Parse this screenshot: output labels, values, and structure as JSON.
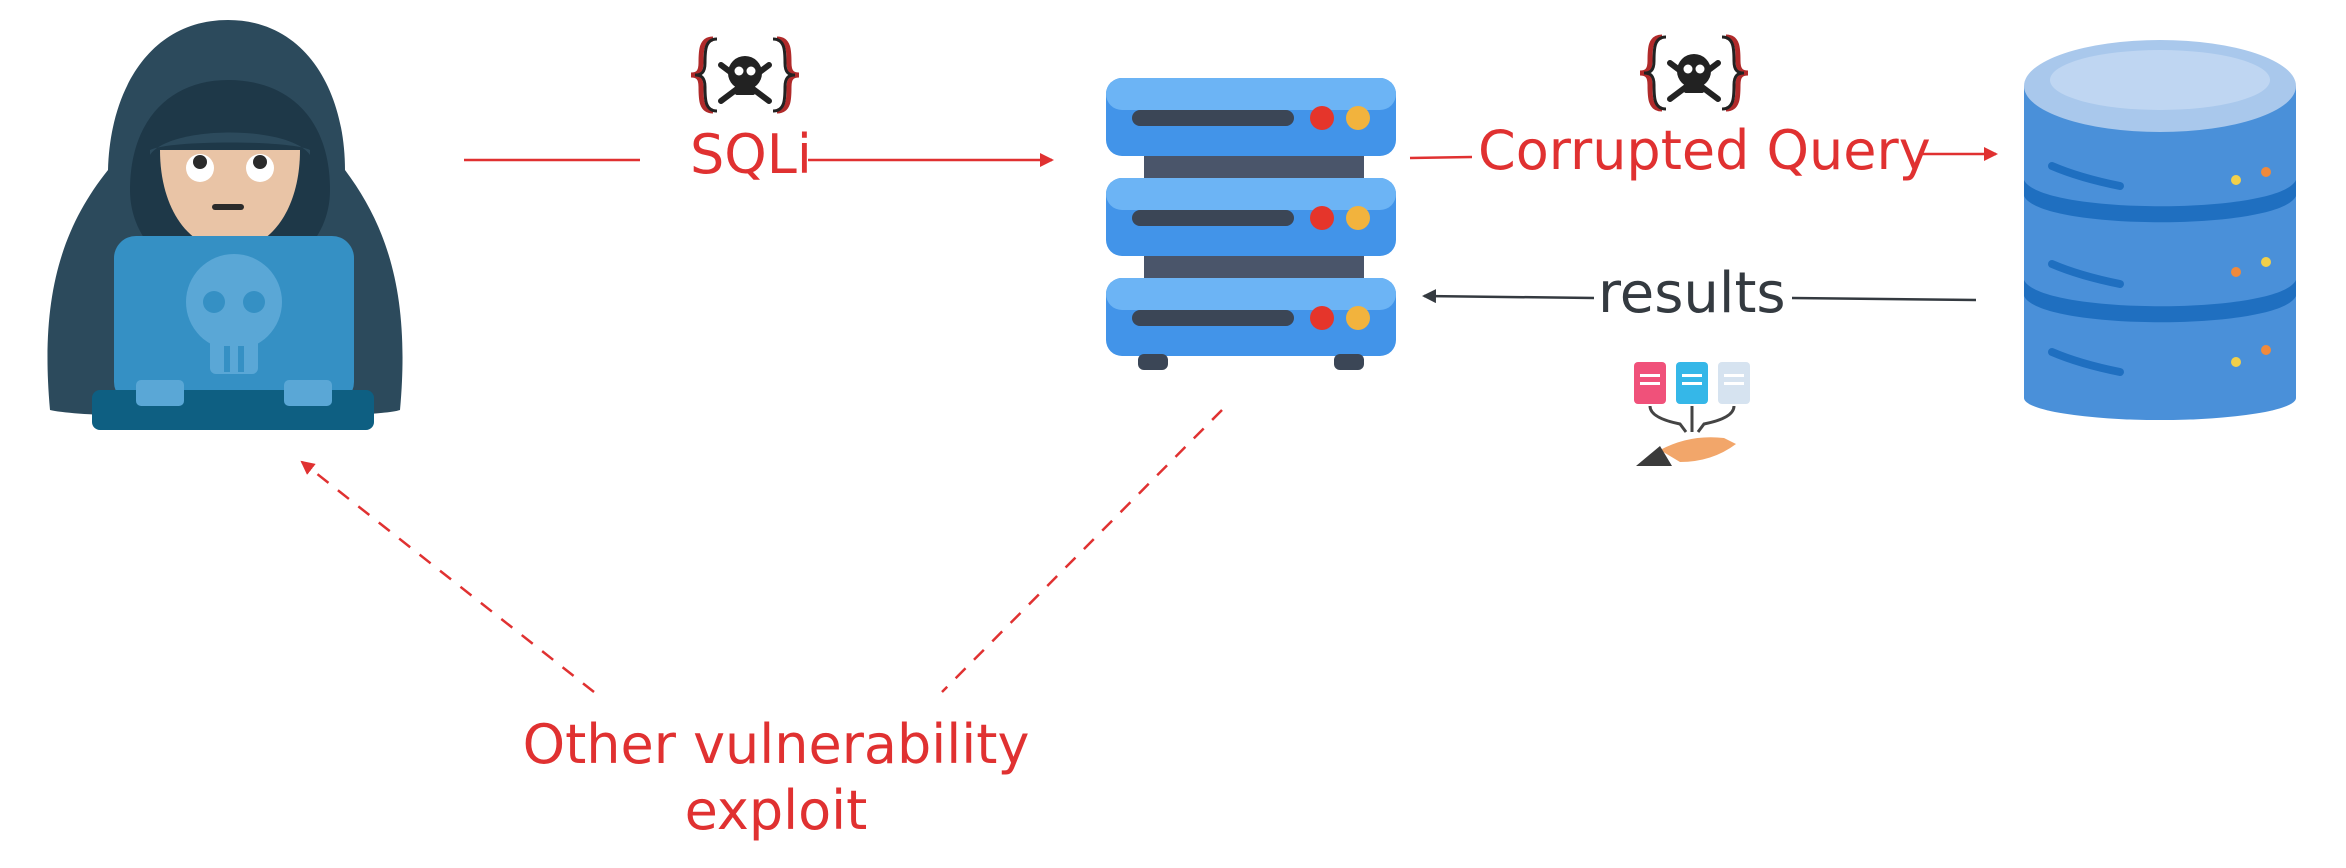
{
  "labels": {
    "sqli": "SQLi",
    "corrupted_query": "Corrupted Query",
    "results": "results",
    "other_exploit": "Other vulnerability exploit"
  },
  "colors": {
    "attack": "#e03131",
    "normal": "#343a40"
  },
  "icons": {
    "attacker": "hooded-hacker-icon",
    "server": "server-rack-icon",
    "database": "database-icon",
    "payload_1": "skull-crossbones-braces-icon",
    "payload_2": "skull-crossbones-braces-icon",
    "data_transfer": "documents-hand-icon"
  }
}
